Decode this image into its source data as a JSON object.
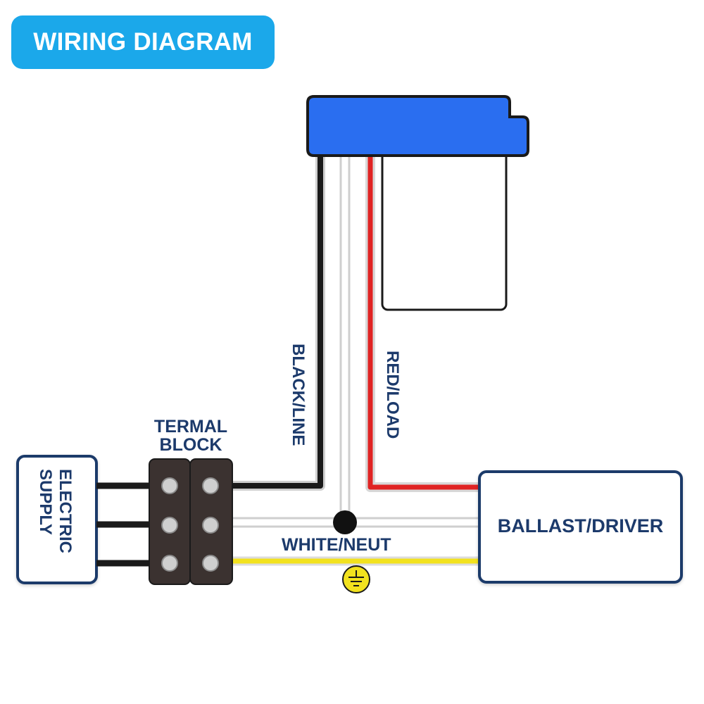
{
  "title": "WIRING DIAGRAM",
  "labels": {
    "electric_supply_line1": "ELECTRIC",
    "electric_supply_line2": "SUPPLY",
    "terminal_block_line1": "TERMAL",
    "terminal_block_line2": "BLOCK",
    "black_line": "BLACK/LINE",
    "red_load": "RED/LOAD",
    "white_neut": "WHITE/NEUT",
    "ballast_driver": "BALLAST/DRIVER"
  },
  "icons": {
    "ground": "ground-symbol-icon",
    "photocell": "photocell-sensor-icon",
    "junction": "junction-dot-icon"
  },
  "colors": {
    "title_bg": "#1ba8ea",
    "label_text": "#1c3a6b",
    "sensor_blue": "#2a6ef0",
    "wire_black": "#1a1a1a",
    "wire_white": "#ffffff",
    "wire_red": "#e02323",
    "wire_yellow": "#f2e21e",
    "terminal_block": "#3b3230"
  }
}
